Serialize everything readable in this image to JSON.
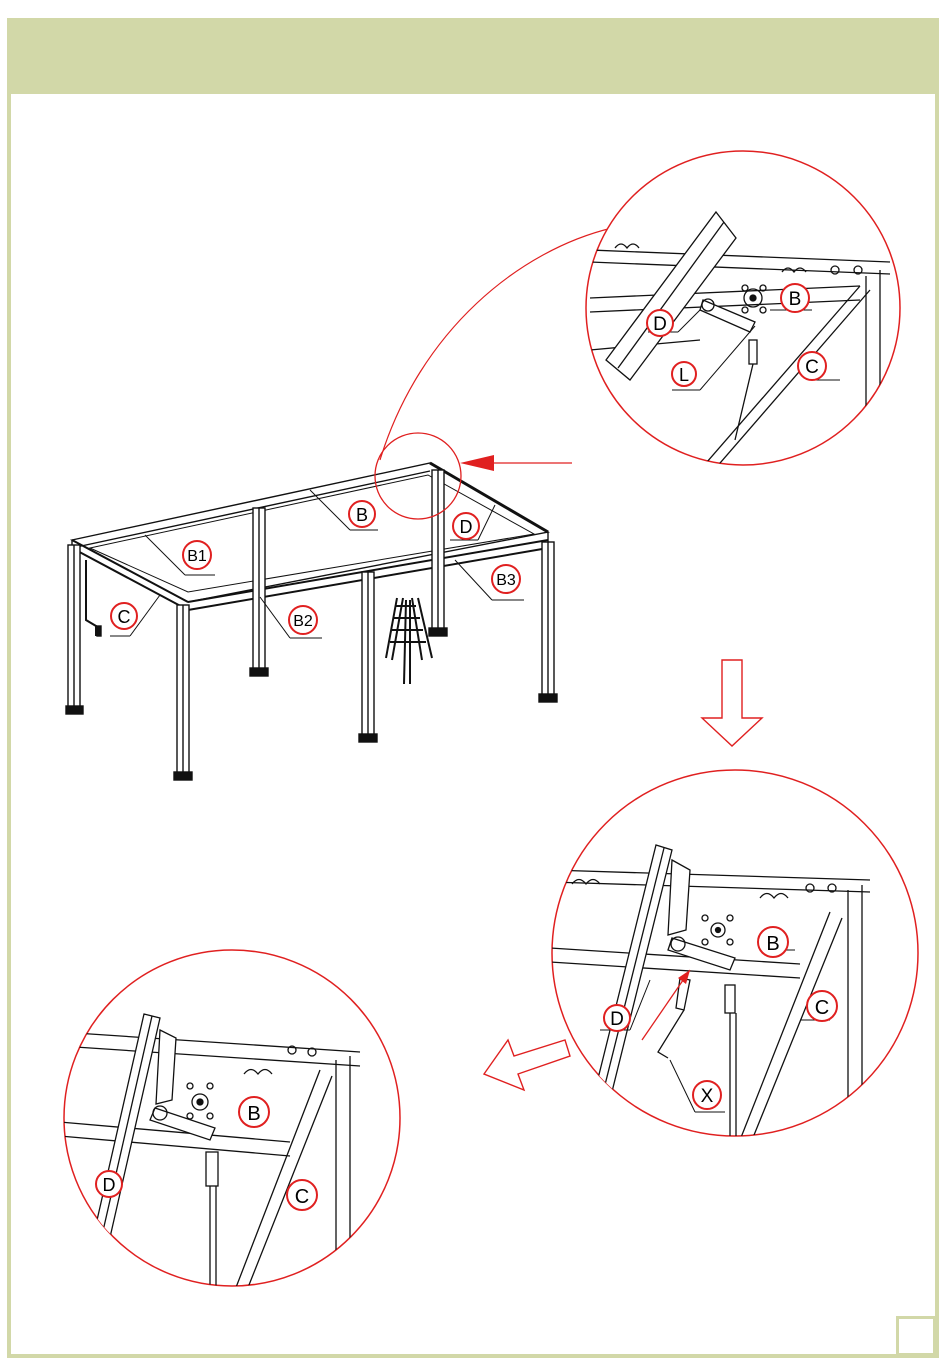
{
  "header": {
    "title": ""
  },
  "page_number": "",
  "colors": {
    "frame": "#d2d8a8",
    "callout": "#e02020",
    "line": "#111111"
  },
  "overview": {
    "labels": {
      "b": "B",
      "b1": "B1",
      "b2": "B2",
      "b3": "B3",
      "c": "C",
      "d": "D"
    }
  },
  "detail_1": {
    "labels": {
      "b": "B",
      "c": "C",
      "d": "D",
      "l": "L"
    }
  },
  "detail_2": {
    "labels": {
      "b": "B",
      "c": "C",
      "d": "D",
      "x": "X"
    }
  },
  "detail_3": {
    "labels": {
      "b": "B",
      "c": "C",
      "d": "D"
    }
  },
  "icons": {
    "down_arrow": "hollow-arrow-down-icon",
    "left_arrow": "hollow-arrow-down-left-icon",
    "pointer_arrow": "red-pointer-arrow-icon",
    "ladder": "ladder-icon"
  }
}
